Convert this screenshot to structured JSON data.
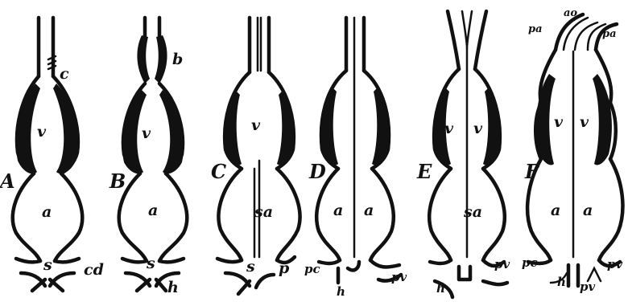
{
  "panels": [
    {
      "id": "A",
      "letter": "A",
      "chamber_upper": "v",
      "chamber_lower": "a",
      "sinus": "s",
      "extra": [
        "c",
        "cd"
      ]
    },
    {
      "id": "B",
      "letter": "B",
      "chamber_upper": "v",
      "chamber_lower": "a",
      "sinus": "s",
      "extra": [
        "b",
        "h"
      ]
    },
    {
      "id": "C",
      "letter": "C",
      "chamber_upper": "v",
      "chamber_lower": "sa",
      "sinus": "s",
      "extra": [
        "p"
      ]
    },
    {
      "id": "D",
      "letter": "D",
      "chamber_lower_left": "a",
      "chamber_lower_right": "a",
      "extra": [
        "pc",
        "h",
        "pv"
      ]
    },
    {
      "id": "E",
      "letter": "E",
      "chamber_upper_left": "v",
      "chamber_upper_right": "v",
      "chamber_lower": "sa",
      "extra": [
        "h",
        "pv"
      ]
    },
    {
      "id": "F",
      "letter": "F",
      "chamber_upper_left": "v",
      "chamber_upper_right": "v",
      "chamber_lower_left": "a",
      "chamber_lower_right": "a",
      "extra": [
        "pa",
        "ao",
        "pa",
        "pc",
        "h",
        "pv",
        "pv"
      ]
    }
  ]
}
